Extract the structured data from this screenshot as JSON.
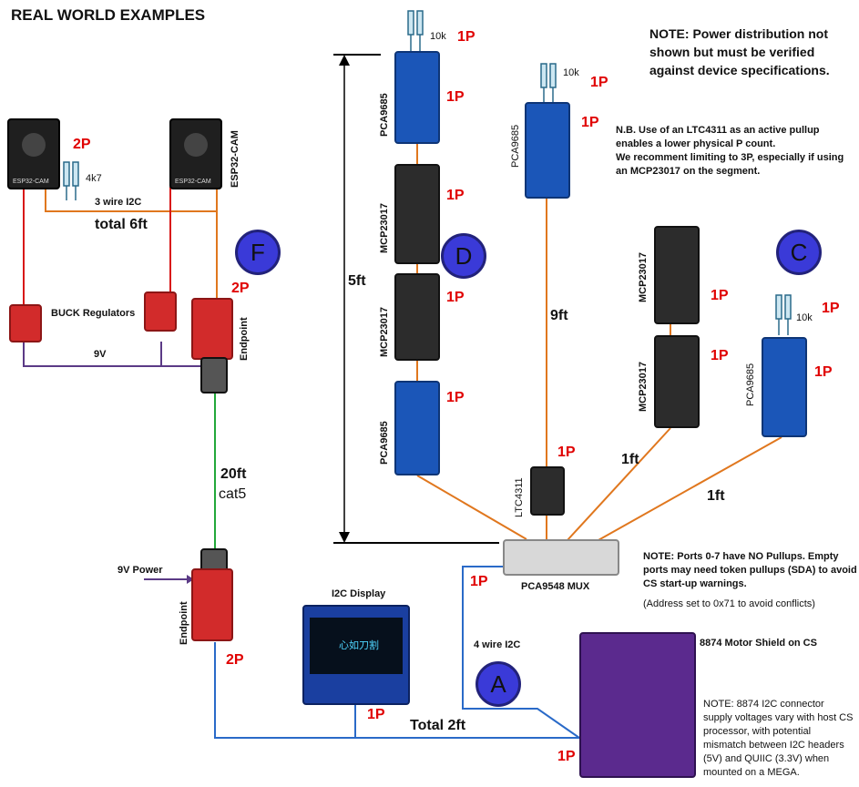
{
  "title": "REAL WORLD EXAMPLES",
  "notes": {
    "power": "NOTE: Power distribution not shown but must be verified against device specifications.",
    "nb_line1": "N.B.  Use of an LTC4311 as an active pullup enables a lower physical P count.",
    "nb_line2": "We recomment limiting to 3P, especially if using an MCP23017 on the segment.",
    "ports": "NOTE: Ports 0-7 have NO Pullups. Empty ports may need token pullups (SDA) to avoid CS start-up warnings.",
    "address": "(Address set to 0x71 to avoid conflicts)",
    "shield": "NOTE:  8874 I2C connector supply voltages vary with host CS processor, with potential mismatch between I2C headers (5V) and QUIIC (3.3V) when mounted on a MEGA."
  },
  "circles": {
    "f": "F",
    "d": "D",
    "c": "C",
    "a": "A"
  },
  "labels": {
    "esp32cam_board1": "ESP32-CAM",
    "esp32cam_board2": "ESP32-CAM",
    "esp32cam_right": "ESP32-CAM",
    "r4k7": "4k7",
    "three_wire": "3 wire I2C",
    "total6ft": "total 6ft",
    "buck": "BUCK Regulators",
    "v9": "9V",
    "endpoint_top": "Endpoint",
    "endpoint_bottom": "Endpoint",
    "ft20": "20ft",
    "cat5": "cat5",
    "power9v": "9V Power",
    "i2c_display": "I2C Display",
    "four_wire": "4 wire I2C",
    "total2ft": "Total 2ft",
    "mux": "PCA9548 MUX",
    "motor_shield": "8874 Motor Shield on CS",
    "ft5": "5ft",
    "ft9": "9ft",
    "ft1a": "1ft",
    "ft1b": "1ft",
    "r10k_a": "10k",
    "r10k_b": "10k",
    "r10k_c": "10k",
    "pca_top": "PCA9685",
    "mcp_1": "MCP23017",
    "mcp_2": "MCP23017",
    "pca_bottom": "PCA9685",
    "pca_mid": "PCA9685",
    "ltc": "LTC4311",
    "mcp_3": "MCP23017",
    "mcp_4": "MCP23017",
    "pca_right": "PCA9685",
    "oled_chars": "心如刀割"
  },
  "p_counts": {
    "esp": "2P",
    "endpoint_top": "2P",
    "endpoint_bottom": "2P",
    "oled": "1P",
    "mux": "1P",
    "shield": "1P",
    "r10k_a": "1P",
    "pca_top": "1P",
    "mcp_1": "1P",
    "mcp_2": "1P",
    "pca_bottom": "1P",
    "r10k_b": "1P",
    "pca_mid": "1P",
    "ltc": "1P",
    "mcp_3": "1P",
    "mcp_4": "1P",
    "r10k_c": "1P",
    "pca_right": "1P"
  },
  "colors": {
    "orange": "#e0771e",
    "red": "#d81818",
    "purple": "#5b3a86",
    "green": "#22a83a",
    "blue": "#2a6ac8",
    "ptext": "#e00000",
    "circle": "#3a3ad8"
  }
}
